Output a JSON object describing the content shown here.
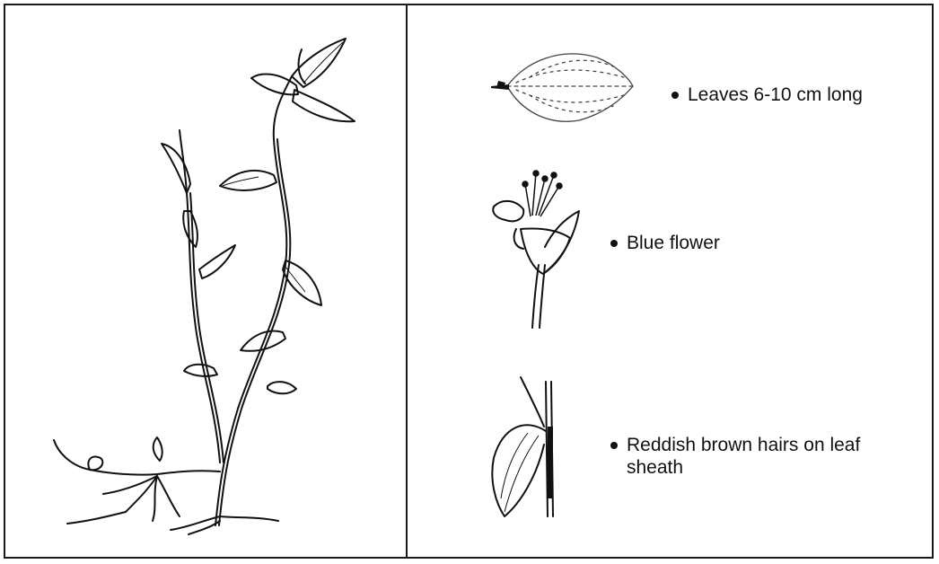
{
  "features": [
    {
      "text": "Leaves 6-10 cm long",
      "icon": "leaf-icon"
    },
    {
      "text": "Blue flower",
      "icon": "flower-icon"
    },
    {
      "text": "Reddish brown hairs on leaf sheath",
      "icon": "leaf-sheath-icon"
    }
  ],
  "colors": {
    "ink": "#1a1a1a",
    "paper": "#ffffff"
  }
}
